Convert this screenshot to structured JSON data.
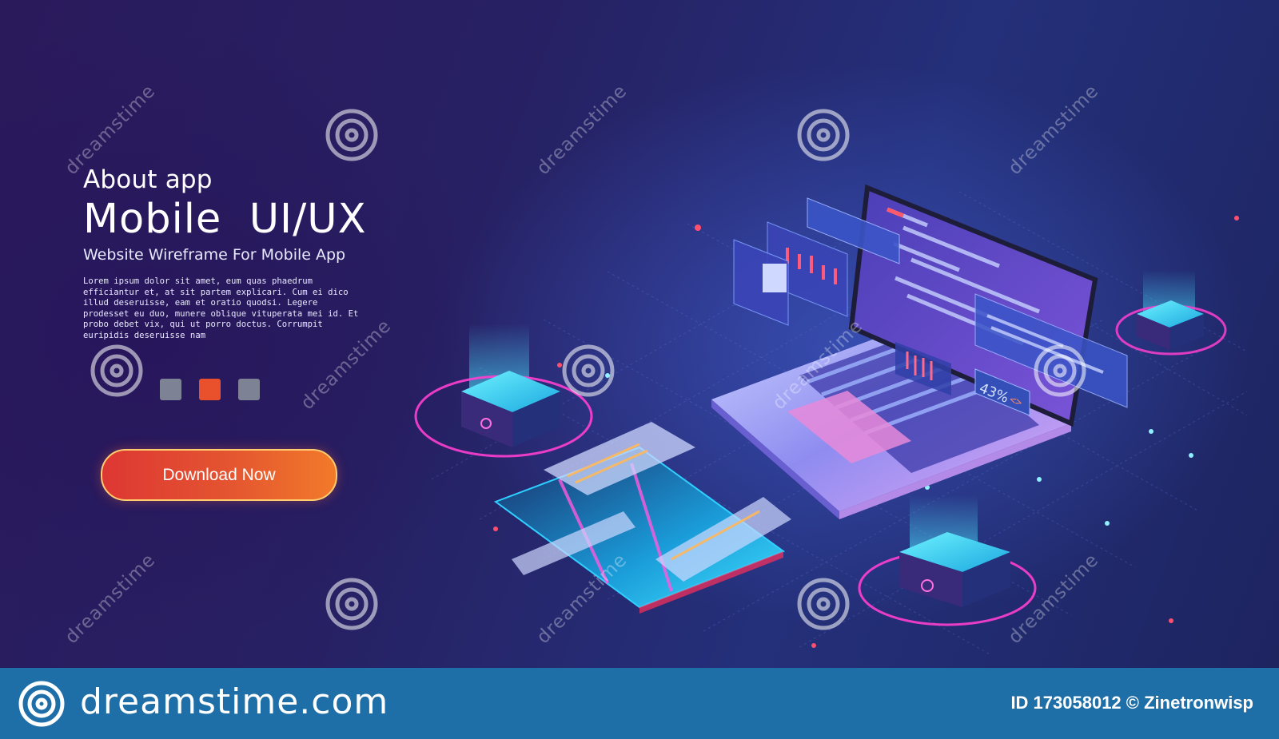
{
  "hero": {
    "kicker": "About app",
    "title": "Mobile  UI/UX",
    "subtitle": "Website Wireframe For Mobile App",
    "body": "Lorem ipsum dolor sit amet, eum quas phaedrum efficiantur et, at sit partem explicari. Cum ei dico illud deseruisse, eam et oratio quodsi. Legere prodesset eu duo, munere oblique vituperata mei id. Et probo debet vix, qui ut porro doctus. Corrumpit euripidis deseruisse nam",
    "cta_label": "Download Now",
    "pager": {
      "count": 3,
      "active_index": 1
    }
  },
  "illustration": {
    "percent_badge": "43%",
    "code_glyph": "<>"
  },
  "watermark": {
    "text": "dreamstime",
    "logo_icon": "dreamstime-spiral-icon"
  },
  "footer": {
    "brand": "dreamstime.com",
    "credit": "ID 173058012 © Zinetronwisp"
  },
  "colors": {
    "accent": "#e8512c",
    "footer_bg": "#1e6ea8",
    "neon_pink": "#ff3fd0",
    "neon_cyan": "#3fe3ff"
  }
}
